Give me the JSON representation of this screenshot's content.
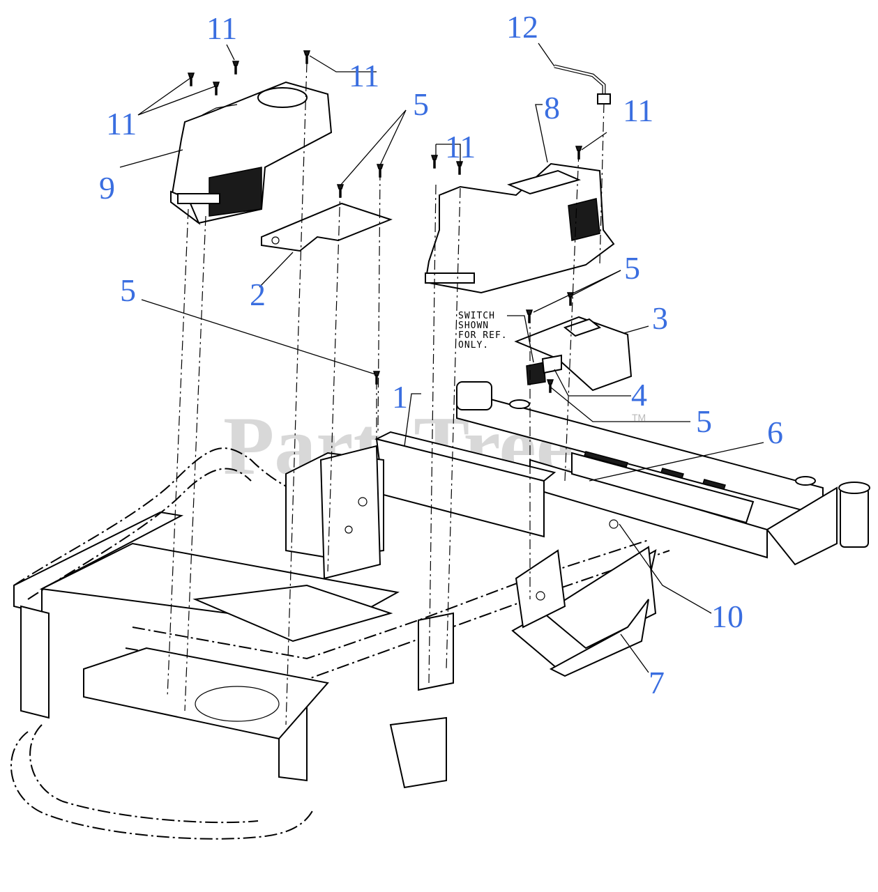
{
  "watermark": {
    "brand": "PartsTree",
    "trademark": "TM"
  },
  "note_lines": [
    "SWITCH",
    "SHOWN",
    "FOR REF.",
    "ONLY."
  ],
  "callouts": {
    "c11a": "11",
    "c11b": "11",
    "c11c": "11",
    "c11d": "11",
    "c11e": "11",
    "c12": "12",
    "c8": "8",
    "c9": "9",
    "c5a": "5",
    "c5b": "5",
    "c5c": "5",
    "c5d": "5",
    "c2": "2",
    "c3": "3",
    "c4": "4",
    "c1": "1",
    "c6": "6",
    "c10": "10",
    "c7": "7"
  },
  "colors": {
    "callout": "#3a6ee0",
    "line": "#000000",
    "watermark": "#b9b9b9"
  },
  "icons": [
    "screw-icon",
    "bolt-icon",
    "switch-icon"
  ]
}
